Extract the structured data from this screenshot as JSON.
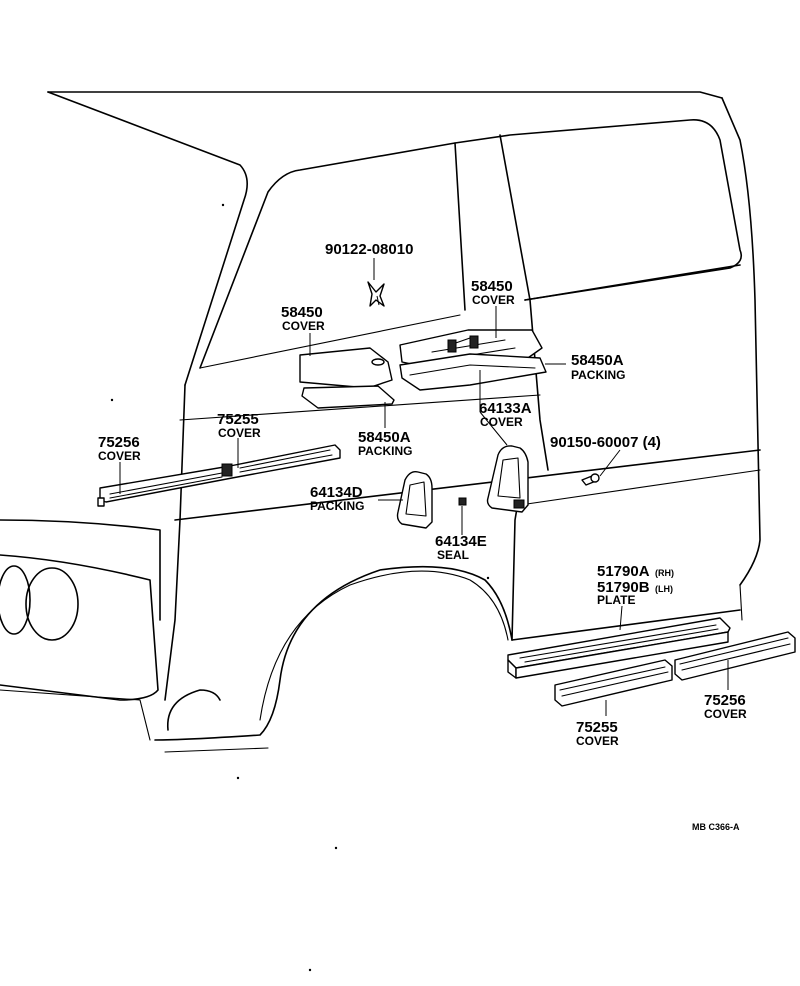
{
  "diagram_ref": "MB C366-A",
  "parts": [
    {
      "id": "p1",
      "number": "90122-08010",
      "name": ""
    },
    {
      "id": "p2",
      "number": "58450",
      "name": "COVER"
    },
    {
      "id": "p3",
      "number": "58450",
      "name": "COVER"
    },
    {
      "id": "p4",
      "number": "58450A",
      "name": "PACKING"
    },
    {
      "id": "p5",
      "number": "75255",
      "name": "COVER"
    },
    {
      "id": "p6",
      "number": "75256",
      "name": "COVER"
    },
    {
      "id": "p7",
      "number": "58450A",
      "name": "PACKING"
    },
    {
      "id": "p8",
      "number": "64133A",
      "name": "COVER"
    },
    {
      "id": "p9",
      "number": "90150-60007 (4)",
      "name": ""
    },
    {
      "id": "p10",
      "number": "64134D",
      "name": "PACKING"
    },
    {
      "id": "p11",
      "number": "64134E",
      "name": "SEAL"
    },
    {
      "id": "p12",
      "number": "51790A",
      "side": "(RH)",
      "number2": "51790B",
      "side2": "(LH)",
      "name": "PLATE"
    },
    {
      "id": "p13",
      "number": "75256",
      "name": "COVER"
    },
    {
      "id": "p14",
      "number": "75255",
      "name": "COVER"
    }
  ]
}
